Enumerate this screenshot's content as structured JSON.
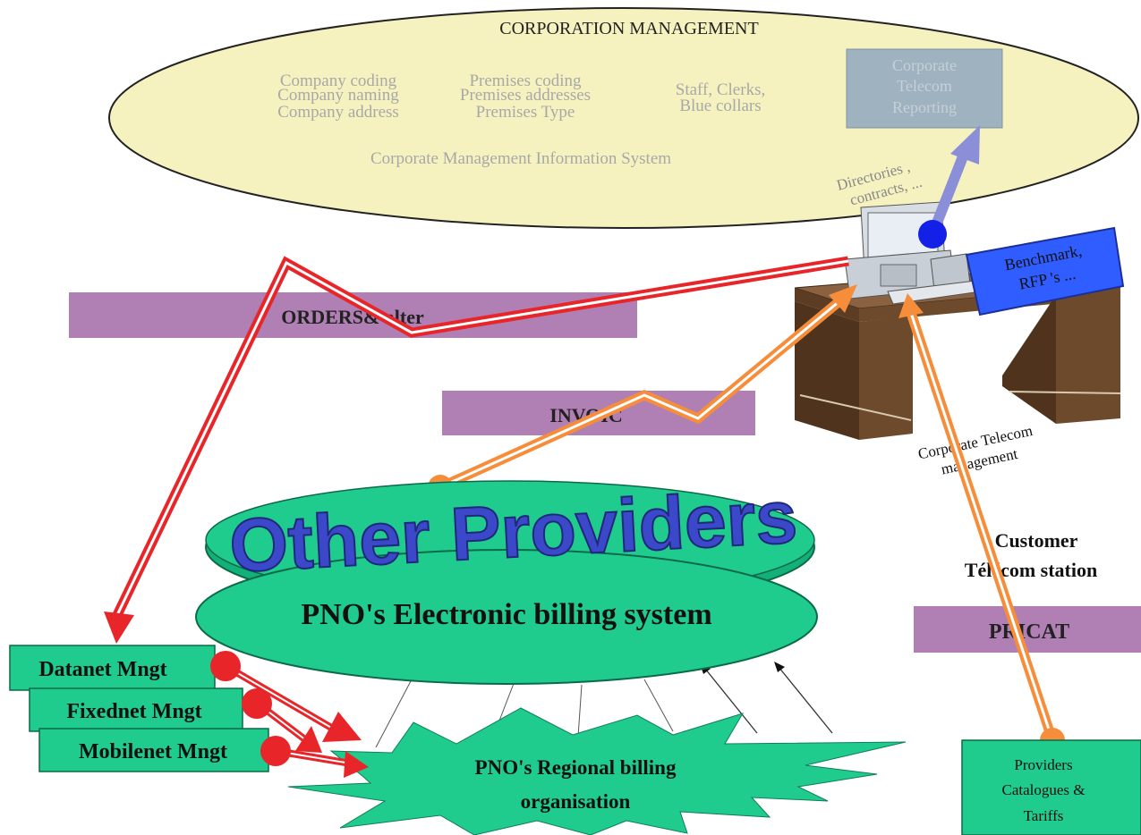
{
  "colors": {
    "ellipse_fill": "#f5f2bf",
    "faded_text": "#a8a8a8",
    "purple_bar": "#b07fb4",
    "teal": "#1fcc8e",
    "teal_dark": "#14b079",
    "blue": "#3b48c9",
    "blue_box": "#2f5dff",
    "red": "#e8262a",
    "orange": "#f68d3a",
    "gray_box": "#9eb2c0",
    "desk_brown": "#6e4a2c"
  },
  "corporation": {
    "title": "CORPORATION MANAGEMENT",
    "col1": [
      "Company coding",
      "Company naming",
      "Company address"
    ],
    "col2": [
      "Premises coding",
      "Premises addresses",
      "Premises Type"
    ],
    "col3": [
      "Staff, Clerks,",
      "Blue collars"
    ],
    "mis_label": "Corporate Management Information System",
    "reporting_box": [
      "Corporate",
      "Telecom",
      "Reporting"
    ],
    "directories_label": [
      "Directories ,",
      "contracts, ..."
    ]
  },
  "messages": {
    "orders": "ORDERS& alter",
    "invoic": "INVOIC",
    "pricat": "PRICAT"
  },
  "station": {
    "benchmark_box": [
      "Benchmark,",
      "RFP 's ..."
    ],
    "desk_label": [
      "Corporate Telecom",
      "management"
    ],
    "customer_label": [
      "Customer",
      "Télécom station"
    ]
  },
  "providers": {
    "other_providers": "Other Providers",
    "billing_system": "PNO's Electronic billing system",
    "regional": [
      "PNO's Regional billing",
      "organisation"
    ],
    "catalogues_box": [
      "Providers",
      "Catalogues &",
      "Tariffs"
    ]
  },
  "mngt": {
    "datanet": "Datanet Mngt",
    "fixednet": "Fixednet Mngt",
    "mobilenet": "Mobilenet Mngt"
  },
  "icons": [
    "computer-workstation-icon",
    "desk-icon"
  ]
}
